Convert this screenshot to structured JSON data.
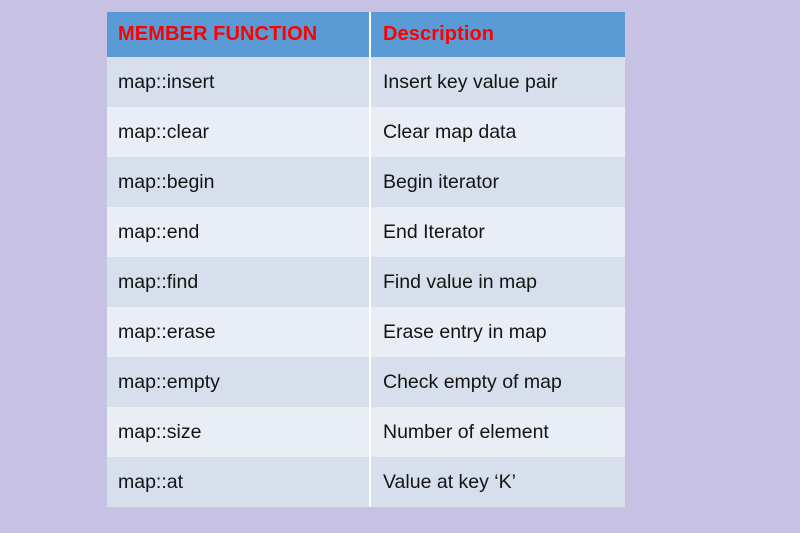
{
  "slide": {
    "background_color": "#c7c1e4"
  },
  "table": {
    "header_background": "#5b9bd5",
    "header_text_color": "#ff0000",
    "row_color_odd": "#d6dfeb",
    "row_color_even": "#e9edf5",
    "columns": [
      {
        "key": "function",
        "label": "MEMBER FUNCTION"
      },
      {
        "key": "description",
        "label": "Description"
      }
    ],
    "rows": [
      {
        "function": "map::insert",
        "description": "Insert key value pair"
      },
      {
        "function": "map::clear",
        "description": "Clear map data"
      },
      {
        "function": "map::begin",
        "description": "Begin iterator"
      },
      {
        "function": "map::end",
        "description": "End Iterator"
      },
      {
        "function": "map::find",
        "description": "Find value in map"
      },
      {
        "function": "map::erase",
        "description": "Erase entry in map"
      },
      {
        "function": "map::empty",
        "description": "Check empty of map"
      },
      {
        "function": "map::size",
        "description": "Number of element"
      },
      {
        "function": "map::at",
        "description": "Value at key ‘K’"
      }
    ]
  }
}
